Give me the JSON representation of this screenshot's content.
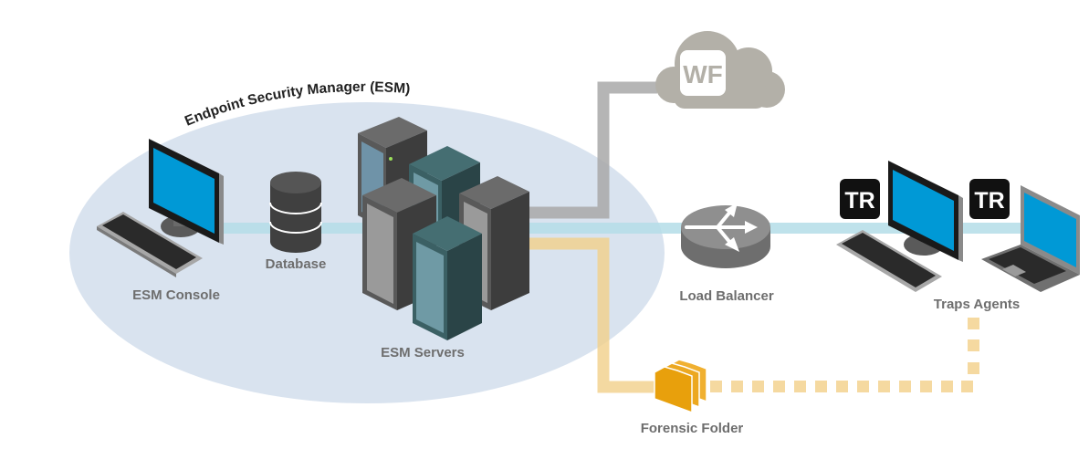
{
  "diagram": {
    "group": {
      "title": "Endpoint Security Manager (ESM)"
    },
    "nodes": {
      "esm_console": {
        "label": "ESM Console",
        "icon": "desktop-computer-icon"
      },
      "database": {
        "label": "Database",
        "icon": "database-icon"
      },
      "esm_servers": {
        "label": "ESM Servers",
        "icon": "server-rack-icon"
      },
      "wildfire": {
        "badge": "WF",
        "icon": "cloud-icon"
      },
      "load_balancer": {
        "label": "Load Balancer",
        "icon": "load-balancer-icon"
      },
      "traps_agents": {
        "label": "Traps Agents",
        "badge": "TR",
        "icon": "desktop-and-laptop-icon"
      },
      "forensic_folder": {
        "label": "Forensic Folder",
        "icon": "folder-stack-icon"
      }
    },
    "connections": [
      {
        "from": "esm_console",
        "to": "traps_agents",
        "style": "solid",
        "color": "#b4dde8"
      },
      {
        "from": "esm_servers",
        "to": "wildfire",
        "style": "solid",
        "color": "#b3b3b3"
      },
      {
        "from": "esm_servers",
        "to": "forensic_folder",
        "style": "solid",
        "color": "#f5d9a0"
      },
      {
        "from": "forensic_folder",
        "to": "traps_agents",
        "style": "dotted",
        "color": "#f5d9a0"
      }
    ],
    "colors": {
      "ellipse": "#d9e3ef",
      "screen": "#0099d6",
      "server_gray": "#4a4a4a",
      "server_teal": "#2e5357",
      "folder": "#e8a00c",
      "cloud": "#b3b0a8",
      "label": "#6e6e6e"
    }
  }
}
